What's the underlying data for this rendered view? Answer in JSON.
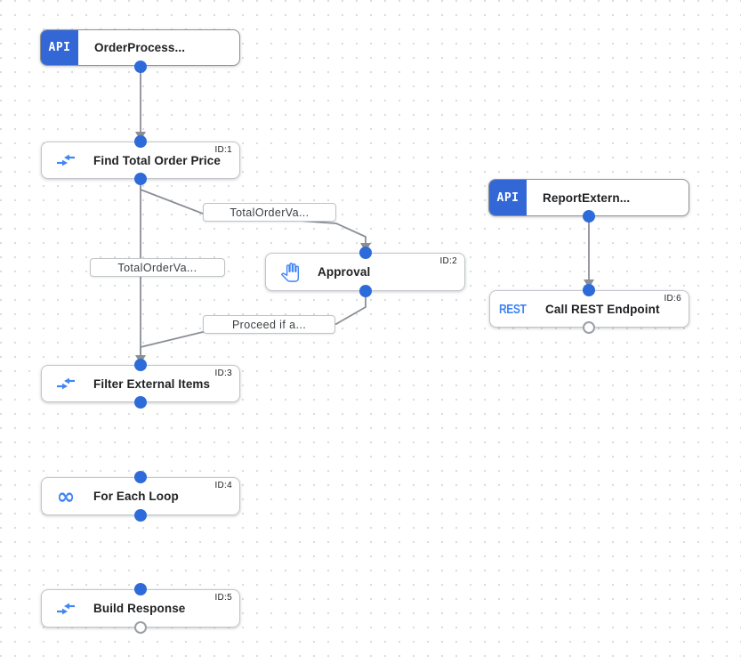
{
  "canvas": {
    "name": "integration-designer-canvas"
  },
  "colors": {
    "canvas_dot": "#DADCE0",
    "edge": "#8A8F95",
    "port": "#2E6BDA",
    "port_open_border": "#9AA0A6",
    "api_badge": "#3367D6",
    "icon_blue": "#4285F4",
    "node_border": "#C2C6CA",
    "trigger_border": "#8E9297",
    "title_text": "#202124"
  },
  "icons": {
    "for_each_glyph": "∞"
  },
  "nodes": [
    {
      "type": "api-trigger",
      "badge": "API",
      "title": "OrderProcess...",
      "id_label": ""
    },
    {
      "type": "task",
      "icon": "data-mapping",
      "title": "Find Total Order Price",
      "id_label": "ID:1"
    },
    {
      "type": "task",
      "icon": "approval-hand",
      "title": "Approval",
      "id_label": "ID:2"
    },
    {
      "type": "task",
      "icon": "data-mapping",
      "title": "Filter External Items",
      "id_label": "ID:3"
    },
    {
      "type": "task",
      "icon": "for-each-loop",
      "title": "For Each Loop",
      "id_label": "ID:4"
    },
    {
      "type": "task",
      "icon": "data-mapping",
      "title": "Build Response",
      "id_label": "ID:5"
    },
    {
      "type": "api-trigger",
      "badge": "API",
      "title": "ReportExtern...",
      "id_label": ""
    },
    {
      "type": "rest-task",
      "badge": "REST",
      "title": "Call REST Endpoint",
      "id_label": "ID:6"
    }
  ],
  "edge_labels": [
    {
      "text": "TotalOrderVa..."
    },
    {
      "text": "TotalOrderVa..."
    },
    {
      "text": "Proceed if a..."
    }
  ]
}
